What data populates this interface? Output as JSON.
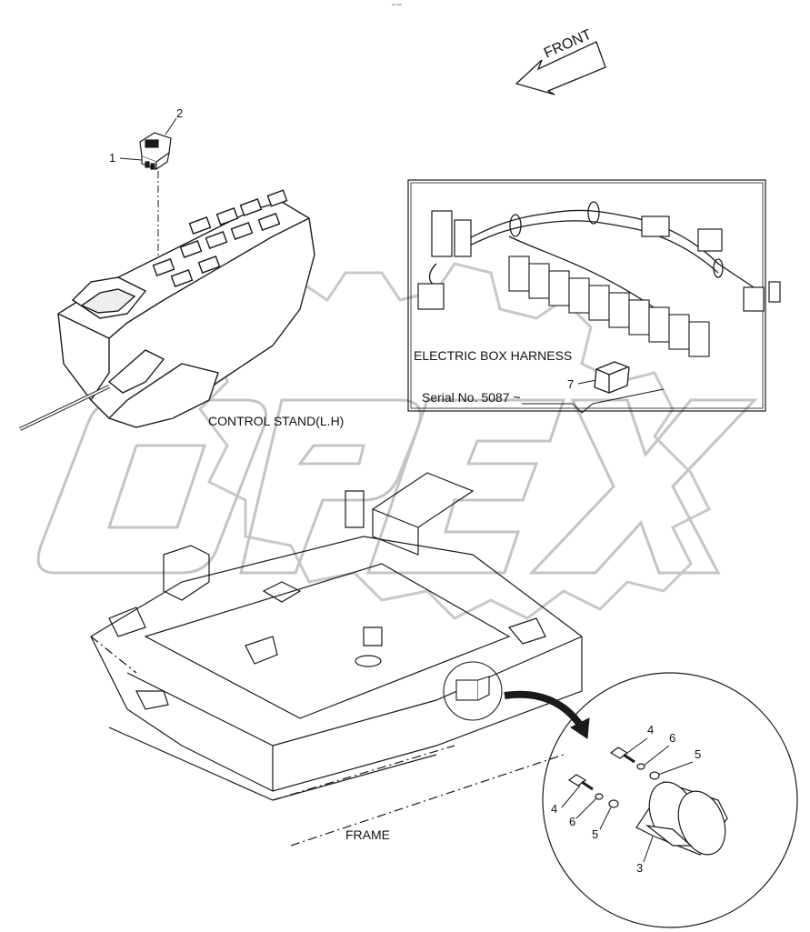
{
  "header": {
    "mark": "ᵃᵇ ᵃᵃᵃ"
  },
  "front_arrow": {
    "label": "FRONT"
  },
  "watermark": {
    "text": "OPEX"
  },
  "labels": {
    "control_stand": "CONTROL STAND(L.H)",
    "electric_box_harness": "ELECTRIC BOX HARNESS",
    "serial": "Serial No. 5087 ~",
    "frame": "FRAME"
  },
  "callouts": {
    "c1": "1",
    "c2": "2",
    "c7": "7",
    "c4a": "4",
    "c6a": "6",
    "c5a": "5",
    "c4b": "4",
    "c6b": "6",
    "c5b": "5",
    "c3": "3"
  },
  "colors": {
    "line": "#1a1a1a",
    "watermark": "#bdbdbd"
  }
}
